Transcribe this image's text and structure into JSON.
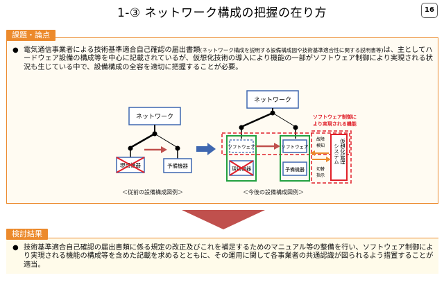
{
  "title": "1-③ ネットワーク構成の把握の在り方",
  "page_number": "16",
  "section1": {
    "label": "課題・論点",
    "text_part1": "電気通信事業者による技術基準適合自己確認の届出書類",
    "text_small1": "(ネットワーク構成を説明する設備構成図や技術基準適合性に関する説明書等)",
    "text_part2": "は、主としてハードウェア設備の構成等を中心に記載されているが、仮想化技術の導入により機能の一部がソフトウェア制御により実現される状況も生じている中で、設備構成の全容を適切に把握することが必要。"
  },
  "diagram_left": {
    "network": "ネットワーク",
    "active": "現用機器",
    "standby": "予備機器",
    "caption": "＜従前の設備構成図例＞"
  },
  "diagram_right": {
    "network": "ネットワーク",
    "software1": "ソフトウェア",
    "software2": "ソフトウェア",
    "active": "現用機器",
    "standby": "予備機器",
    "note_line1": "ソフトウェア制御に",
    "note_line2": "より実現される機能",
    "fault1": "故障",
    "fault2": "検知",
    "switch1": "切替",
    "switch2": "指示",
    "system_col1": "システム",
    "system_col2": "仮想化管理",
    "caption": "＜今後の設備構成図例＞"
  },
  "section2": {
    "label": "検討結果",
    "text": "技術基準適合自己確認の届出書類に係る規定の改正及びこれを補足するためのマニュアル等の整備を行い、ソフトウェア制御により実現される機能の構成等を含めた記載を求めるとともに、その運用に関して各事業者の共通認識が図られるよう措置することが適当。"
  },
  "colors": {
    "accent": "#ec8a2c",
    "box_blue": "#3f67b0",
    "green": "#22a040",
    "red": "#e0202a",
    "arrow_red": "#c0504d"
  }
}
